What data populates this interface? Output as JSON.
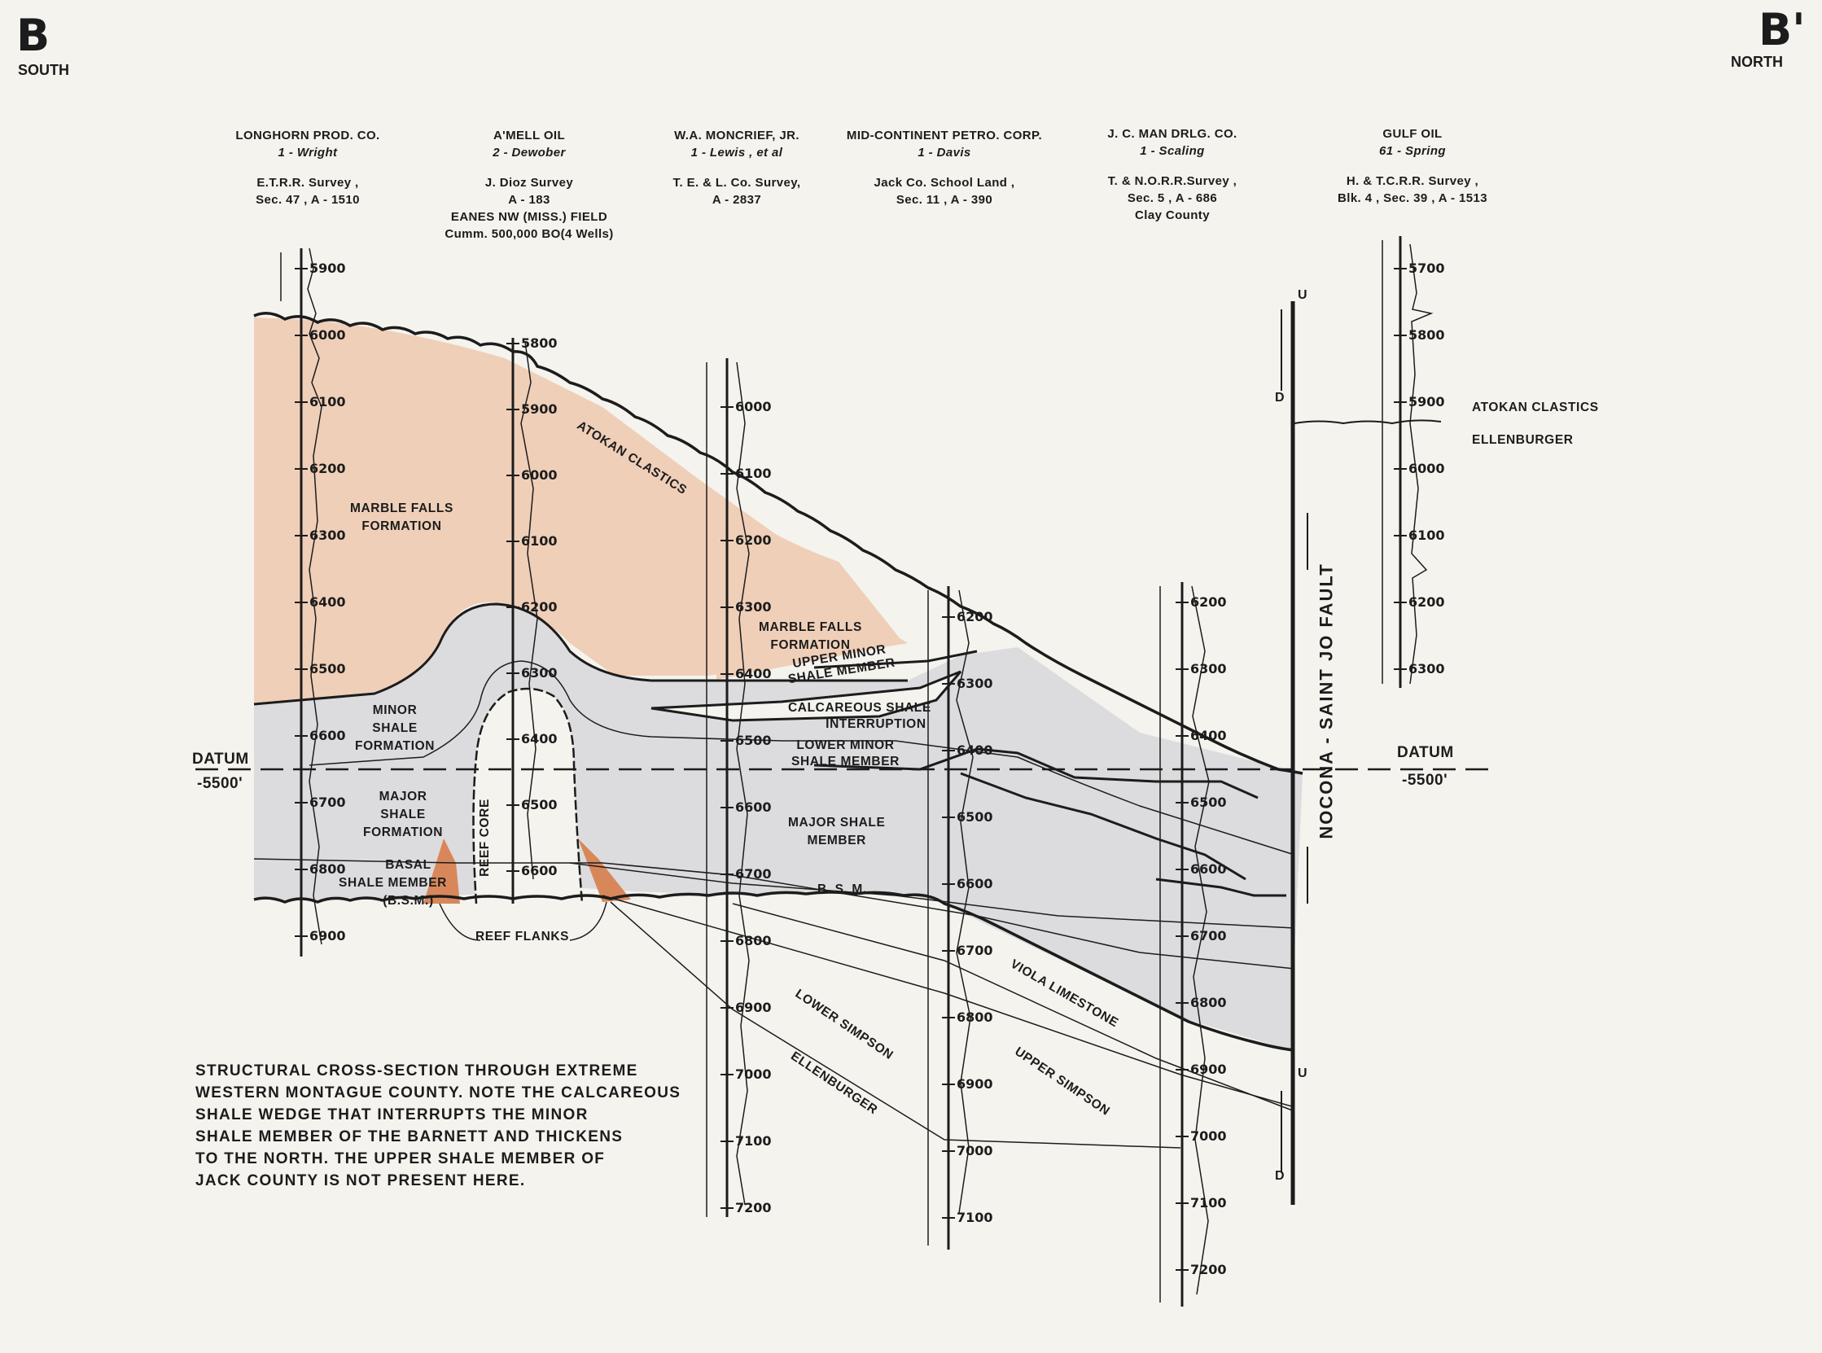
{
  "corner_left": {
    "letter": "B",
    "dir": "SOUTH"
  },
  "corner_right": {
    "letter": "B'",
    "dir": "NORTH"
  },
  "wells": [
    {
      "operator": "LONGHORN PROD. CO.",
      "well": "1 - Wright",
      "loc1": "E.T.R.R. Survey ,",
      "loc2": "Sec. 47 , A - 1510",
      "loc3": "",
      "loc4": ""
    },
    {
      "operator": "A'MELL OIL",
      "well": "2 - Dewober",
      "loc1": "J. Dioz Survey",
      "loc2": "A - 183",
      "loc3": "EANES NW (MISS.) FIELD",
      "loc4": "Cumm. 500,000 BO(4 Wells)"
    },
    {
      "operator": "W.A. MONCRIEF, JR.",
      "well": "1 - Lewis , et al",
      "loc1": "T. E. & L. Co. Survey,",
      "loc2": "A - 2837",
      "loc3": "",
      "loc4": ""
    },
    {
      "operator": "MID-CONTINENT PETRO. CORP.",
      "well": "1 - Davis",
      "loc1": "Jack Co. School Land ,",
      "loc2": "Sec. 11 , A - 390",
      "loc3": "",
      "loc4": ""
    },
    {
      "operator": "J. C. MAN DRLG. CO.",
      "well": "1 - Scaling",
      "loc1": "T. & N.O.R.R.Survey ,",
      "loc2": "Sec. 5 , A - 686",
      "loc3": "Clay County",
      "loc4": ""
    },
    {
      "operator": "GULF OIL",
      "well": "61 - Spring",
      "loc1": "H. & T.C.R.R. Survey ,",
      "loc2": "Blk. 4 , Sec. 39 , A - 1513",
      "loc3": "",
      "loc4": ""
    }
  ],
  "depths": {
    "w1": [
      "5900",
      "6000",
      "6100",
      "6200",
      "6300",
      "6400",
      "6500",
      "6600",
      "6700",
      "6800",
      "6900"
    ],
    "w2": [
      "5800",
      "5900",
      "6000",
      "6100",
      "6200",
      "6300",
      "6400",
      "6500",
      "6600"
    ],
    "w3": [
      "6000",
      "6100",
      "6200",
      "6300",
      "6400",
      "6500",
      "6600",
      "6700",
      "6800",
      "6900",
      "7000",
      "7100",
      "7200"
    ],
    "w4": [
      "6200",
      "6300",
      "6400",
      "6500",
      "6600",
      "6700",
      "6800",
      "6900",
      "7000",
      "7100"
    ],
    "w5": [
      "6200",
      "6300",
      "6400",
      "6500",
      "6600",
      "6700",
      "6800",
      "6900",
      "7000",
      "7100",
      "7200"
    ],
    "w6": [
      "5700",
      "5800",
      "5900",
      "6000",
      "6100",
      "6200",
      "6300"
    ]
  },
  "datum": {
    "label": "DATUM",
    "value": "-5500'"
  },
  "formations": {
    "marble_falls_1": "MARBLE FALLS",
    "marble_falls_2": "FORMATION",
    "minor_1": "MINOR",
    "minor_2": "SHALE",
    "minor_3": "FORMATION",
    "major_1": "MAJOR",
    "major_2": "SHALE",
    "major_3": "FORMATION",
    "basal_1": "BASAL",
    "basal_2": "SHALE MEMBER",
    "basal_3": "(B.S.M.)",
    "reef_core": "REEF CORE",
    "reef_flanks": "REEF FLANKS",
    "mf2_1": "MARBLE FALLS",
    "mf2_2": "FORMATION",
    "upper_minor_1": "UPPER MINOR",
    "upper_minor_2": "SHALE MEMBER",
    "calc_1": "CALCAREOUS SHALE",
    "calc_2": "INTERRUPTION",
    "lower_minor_1": "LOWER MINOR",
    "lower_minor_2": "SHALE MEMBER",
    "major_sh_1": "MAJOR SHALE",
    "major_sh_2": "MEMBER",
    "bsm": "B. S. M.",
    "atokan": "ATOKAN CLASTICS",
    "viola": "VIOLA LIMESTONE",
    "lower_simpson": "LOWER SIMPSON",
    "upper_simpson": "UPPER SIMPSON",
    "ellenburger": "ELLENBURGER",
    "atokan_r": "ATOKAN CLASTICS",
    "ellenburger_r": "ELLENBURGER",
    "fault": "NOCONA - SAINT JO FAULT",
    "u_top": "U",
    "d_top": "D",
    "u_bot": "U",
    "d_bot": "D"
  },
  "note": "STRUCTURAL CROSS-SECTION THROUGH EXTREME\nWESTERN MONTAGUE COUNTY. NOTE THE CALCAREOUS\nSHALE WEDGE THAT INTERRUPTS THE MINOR\nSHALE MEMBER OF THE BARNETT AND THICKENS\nTO THE NORTH. THE UPPER SHALE MEMBER OF\nJACK COUNTY IS NOT PRESENT HERE.",
  "colors": {
    "marble": "#efcfb8",
    "shale": "#dcdcdf",
    "reef": "#d8875a",
    "ink": "#1c1c1c",
    "paper": "#f4f3ee"
  }
}
